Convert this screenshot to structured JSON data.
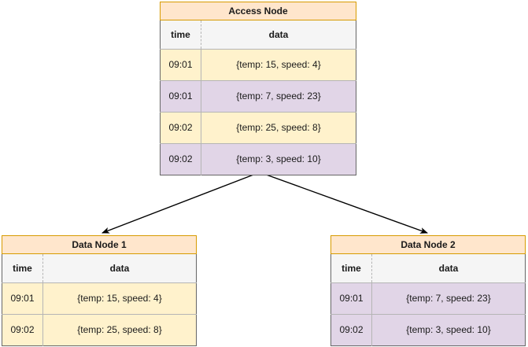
{
  "diagram": {
    "type": "data-distribution-architecture",
    "background": "#ffffff",
    "colors": {
      "title_fill": "#ffe6cc",
      "title_stroke": "#d79b00",
      "header_fill": "#f5f5f5",
      "row_yellow": "#fff2cc",
      "row_purple": "#e1d5e7",
      "cell_stroke": "#b5b5b5",
      "table_stroke": "#666666",
      "arrow_stroke": "#000000"
    }
  },
  "nodes": {
    "access": {
      "title": "Access Node",
      "columns": [
        "time",
        "data"
      ],
      "rows": [
        {
          "time": "09:01",
          "data": "{temp: 15, speed: 4}",
          "fill": "yellow"
        },
        {
          "time": "09:01",
          "data": "{temp: 7, speed: 23}",
          "fill": "purple"
        },
        {
          "time": "09:02",
          "data": "{temp: 25, speed: 8}",
          "fill": "yellow"
        },
        {
          "time": "09:02",
          "data": "{temp: 3, speed: 10}",
          "fill": "purple"
        }
      ]
    },
    "data_node_1": {
      "title": "Data Node 1",
      "columns": [
        "time",
        "data"
      ],
      "rows": [
        {
          "time": "09:01",
          "data": "{temp: 15, speed: 4}",
          "fill": "yellow"
        },
        {
          "time": "09:02",
          "data": "{temp: 25, speed: 8}",
          "fill": "yellow"
        }
      ]
    },
    "data_node_2": {
      "title": "Data Node 2",
      "columns": [
        "time",
        "data"
      ],
      "rows": [
        {
          "time": "09:01",
          "data": "{temp: 7, speed: 23}",
          "fill": "purple"
        },
        {
          "time": "09:02",
          "data": "{temp: 3, speed: 10}",
          "fill": "purple"
        }
      ]
    }
  },
  "connectors": [
    {
      "name": "access-to-data-node-1",
      "from": "access",
      "to": "data_node_1",
      "style": "arrow"
    },
    {
      "name": "access-to-data-node-2",
      "from": "access",
      "to": "data_node_2",
      "style": "arrow"
    }
  ]
}
